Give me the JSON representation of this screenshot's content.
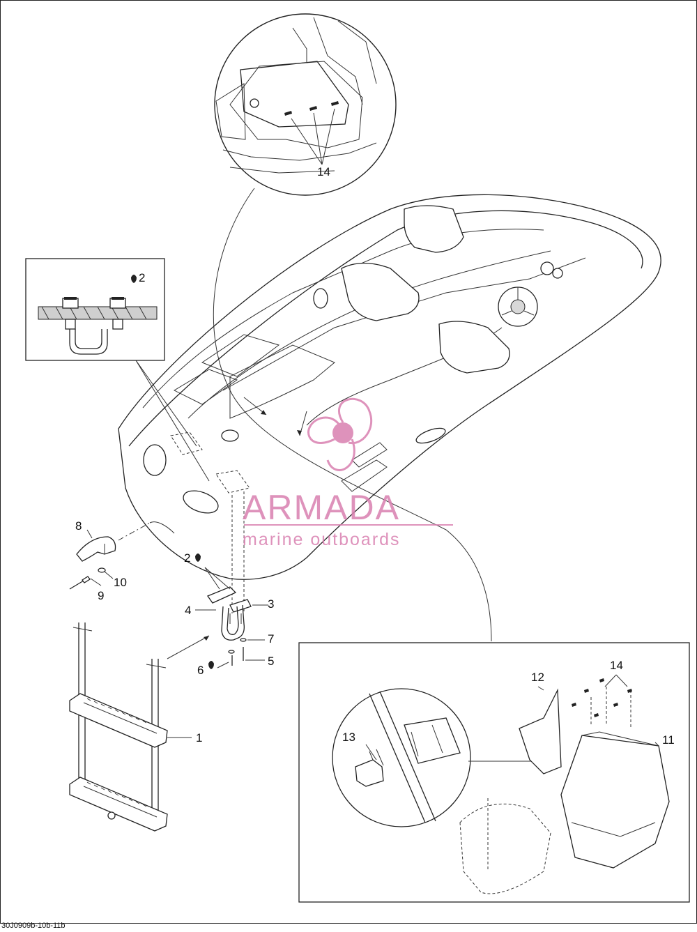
{
  "callouts": {
    "c1": "1",
    "c2a": "2",
    "c2b": "2",
    "c3": "3",
    "c4": "4",
    "c5": "5",
    "c6": "6",
    "c7": "7",
    "c8": "8",
    "c9": "9",
    "c10": "10",
    "c11": "11",
    "c12": "12",
    "c13": "13",
    "c14a": "14",
    "c14b": "14"
  },
  "watermark": {
    "brand": "ARMADA",
    "tagline": "marine outboards",
    "color": "#d97fb0"
  },
  "drawing_ref": "30J0909b-10b-11b"
}
